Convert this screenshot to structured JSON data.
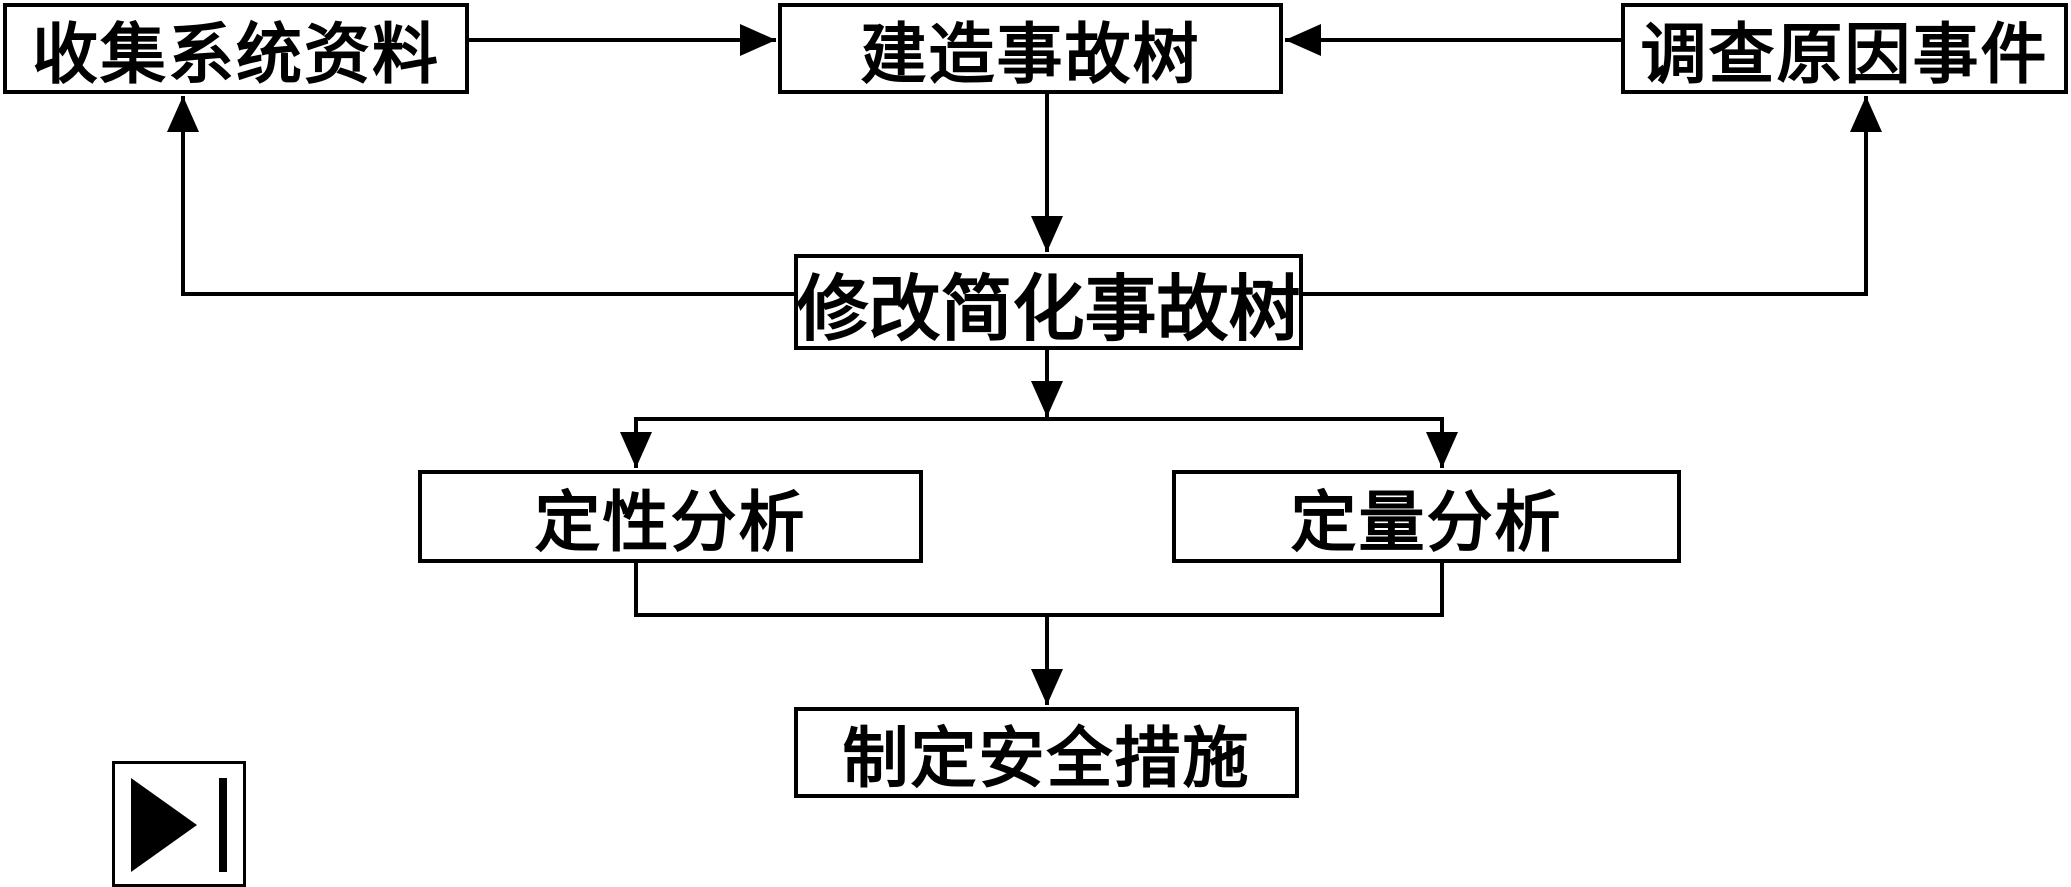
{
  "diagram": {
    "nodes": {
      "collect": "收集系统资料",
      "build": "建造事故树",
      "cause": "调查原因事件",
      "simplify": "修改简化事故树",
      "qualitative": "定性分析",
      "quantitative": "定量分析",
      "measures": "制定安全措施"
    },
    "edges": [
      {
        "from": "collect",
        "to": "build"
      },
      {
        "from": "cause",
        "to": "build"
      },
      {
        "from": "build",
        "to": "simplify"
      },
      {
        "from": "simplify",
        "to": "collect"
      },
      {
        "from": "simplify",
        "to": "cause"
      },
      {
        "from": "simplify",
        "to": "qualitative"
      },
      {
        "from": "simplify",
        "to": "quantitative"
      },
      {
        "from": "qualitative",
        "to": "measures"
      },
      {
        "from": "quantitative",
        "to": "measures"
      }
    ],
    "colors": {
      "stroke": "#000000",
      "fill": "#ffffff"
    }
  },
  "controls": {
    "next_icon": "play-skip-next-icon"
  }
}
